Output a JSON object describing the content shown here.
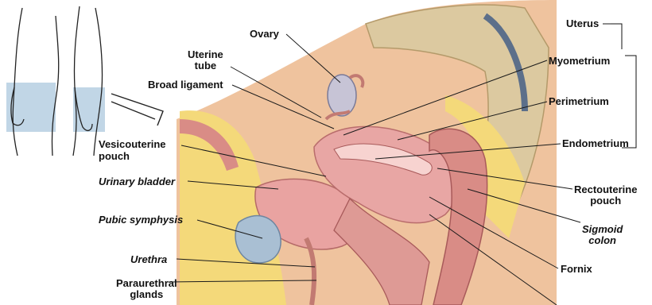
{
  "labels": {
    "ovary": "Ovary",
    "uterine_tube": "Uterine\ntube",
    "broad_ligament": "Broad ligament",
    "vesicouterine_pouch": "Vesicouterine\npouch",
    "urinary_bladder": "Urinary bladder",
    "pubic_symphysis": "Pubic symphysis",
    "urethra": "Urethra",
    "paraurethral_glands": "Paraurethral\nglands",
    "uterus": "Uterus",
    "myometrium": "Myometrium",
    "perimetrium": "Perimetrium",
    "endometrium": "Endometrium",
    "rectouterine_pouch": "Rectouterine\npouch",
    "sigmoid_colon": "Sigmoid\ncolon",
    "fornix": "Fornix"
  },
  "colors": {
    "background": "#ffffff",
    "body_wall": "#efc39e",
    "fat": "#f4d97a",
    "muscle": "#d98c86",
    "uterus_wall": "#e8a6a4",
    "bladder": "#a9bfd3",
    "bone": "#dcc9a0",
    "leader_line": "#1a1a1a"
  }
}
